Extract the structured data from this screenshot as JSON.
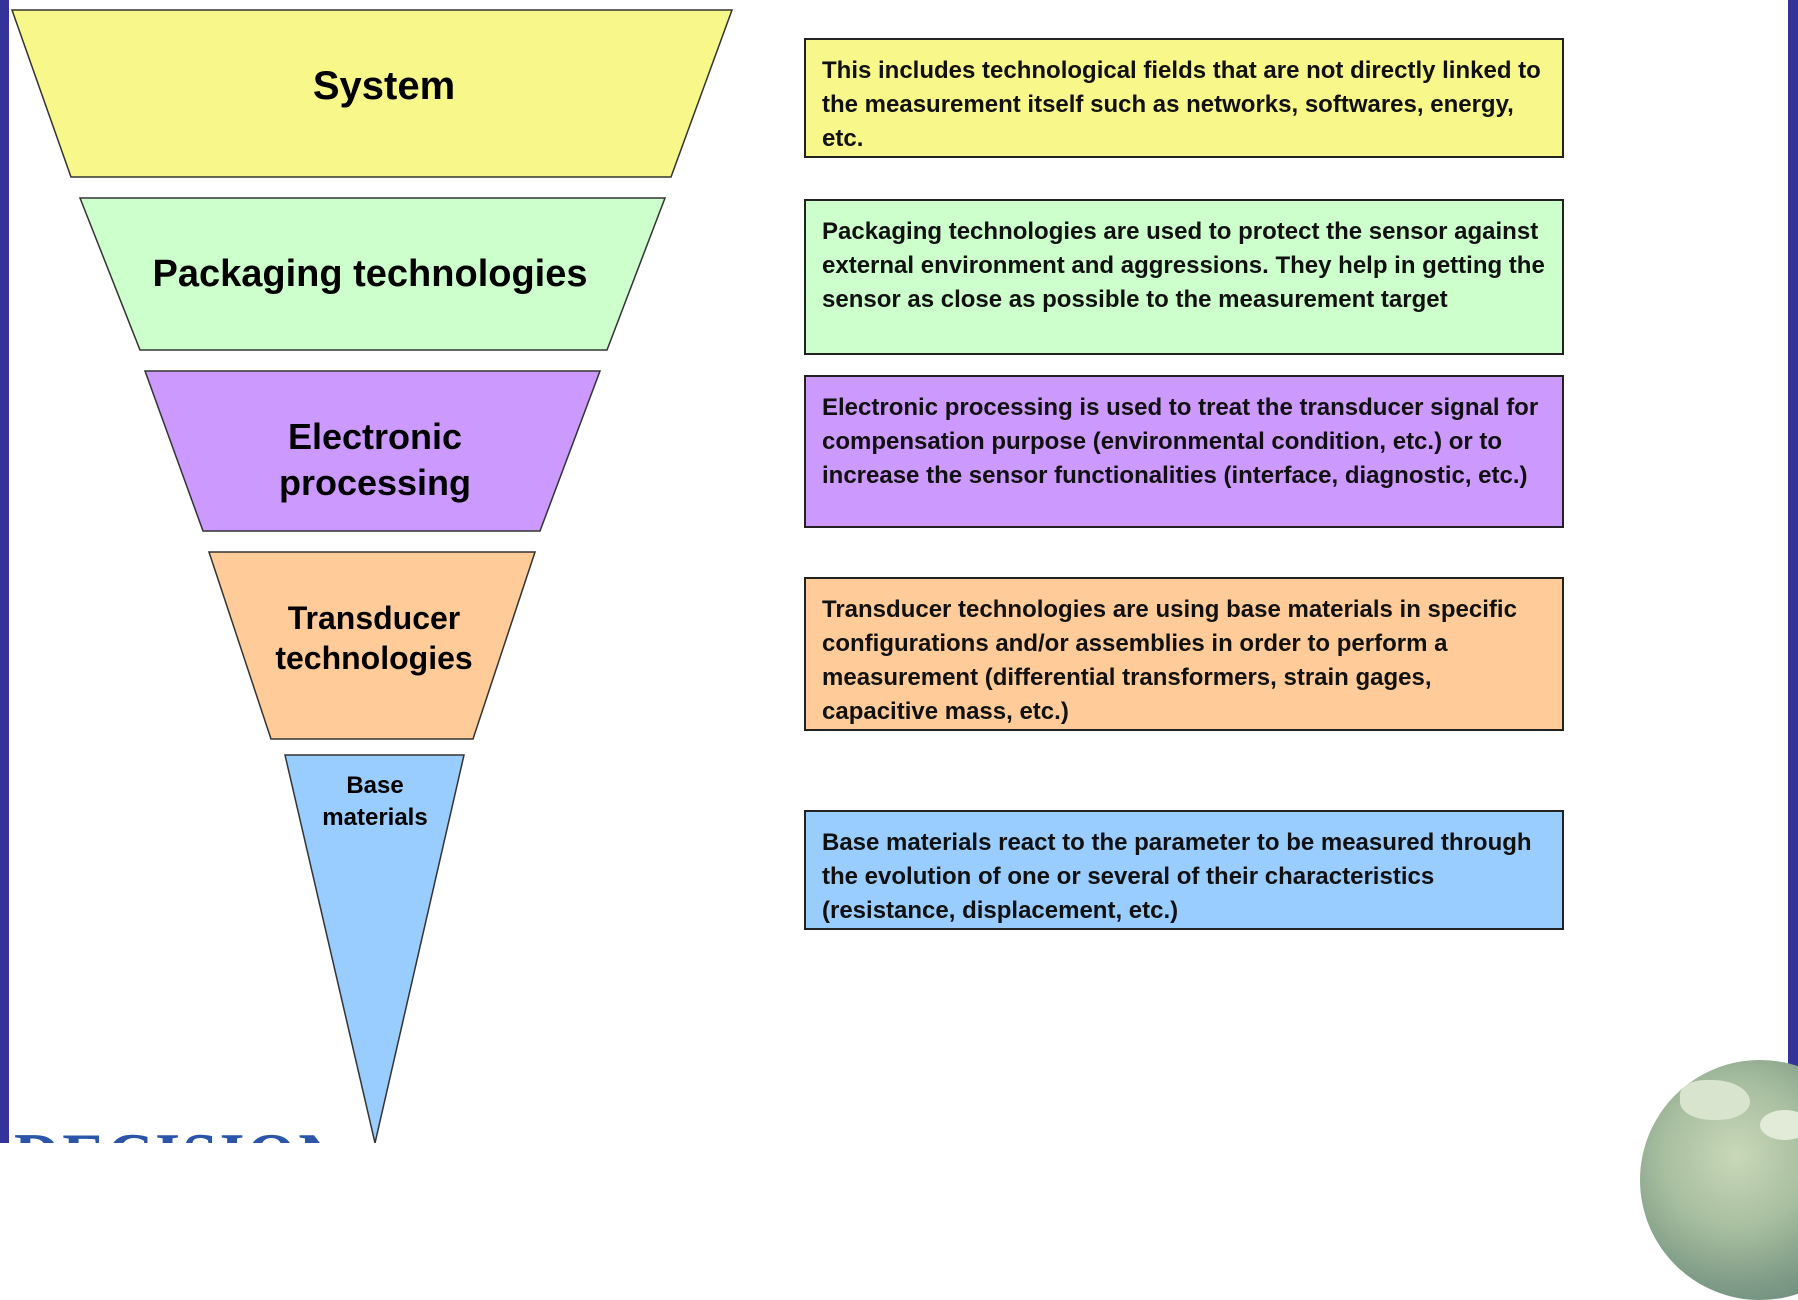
{
  "layers": [
    {
      "id": "system",
      "label": "System",
      "color": "#f8f88a"
    },
    {
      "id": "packaging",
      "label": "Packaging technologies",
      "color": "#ccffcc"
    },
    {
      "id": "electronic",
      "label": "Electronic processing",
      "color": "#cc99ff"
    },
    {
      "id": "transducer",
      "label": "Transducer technologies",
      "color": "#ffcc99"
    },
    {
      "id": "base",
      "label": "Base materials",
      "color": "#99ccff"
    }
  ],
  "descriptions": [
    {
      "text": "This includes technological fields that are not directly linked to the measurement itself such as networks, softwares, energy, etc.",
      "color": "#f8f88a"
    },
    {
      "text": "Packaging technologies are used to protect the sensor against external environment and aggressions. They help in getting the sensor as close as possible to the measurement target",
      "color": "#ccffcc"
    },
    {
      "text": "Electronic processing is used to treat the transducer signal for compensation purpose (environmental condition, etc.) or to increase the sensor functionalities (interface, diagnostic, etc.)",
      "color": "#cc99ff"
    },
    {
      "text": "Transducer technologies are using base materials in specific configurations and/or assemblies in order to perform a measurement (differential transformers, strain gages, capacitive mass, etc.)",
      "color": "#ffcc99"
    },
    {
      "text": "Base materials react to the parameter to be measured through the evolution of one or several of their characteristics (resistance, displacement, etc.)",
      "color": "#99ccff"
    }
  ],
  "logo": {
    "text": "DECISION"
  },
  "colors": {
    "frame": "#33339a",
    "outline": "#222222"
  }
}
